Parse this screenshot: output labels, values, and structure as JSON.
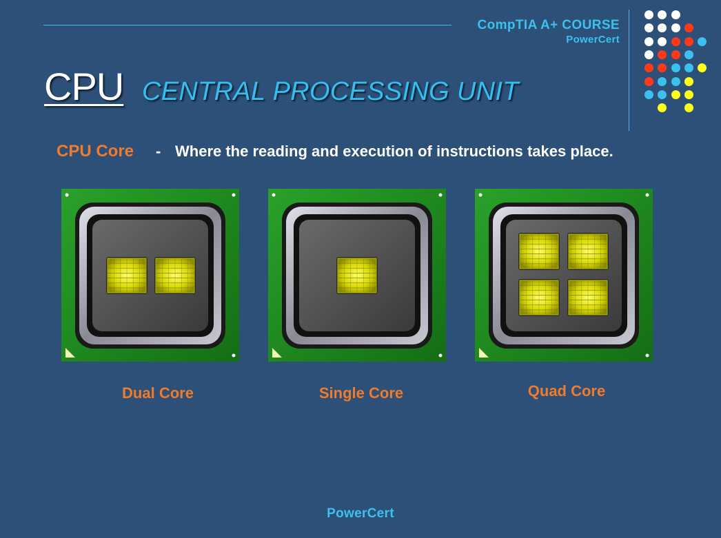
{
  "header": {
    "course": "CompTIA A+ COURSE",
    "brand": "PowerCert",
    "colors": {
      "accent": "#3cc0ee",
      "line": "#4ab8e6",
      "dot_white": "#ffffff",
      "dot_red": "#ff3a1a",
      "dot_blue": "#3cc0ee",
      "dot_yellow": "#ffff1a"
    }
  },
  "title": {
    "abbr": "CPU",
    "full": "CENTRAL PROCESSING UNIT"
  },
  "definition": {
    "term": "CPU Core",
    "separator": "-",
    "text": "Where the reading and execution of instructions takes place."
  },
  "chips": [
    {
      "label": "Dual Core",
      "cores": 2
    },
    {
      "label": "Single Core",
      "cores": 1
    },
    {
      "label": "Quad Core",
      "cores": 4
    }
  ],
  "footer": {
    "brand": "PowerCert"
  },
  "colors": {
    "background": "#2c5078",
    "label": "#f07b2a",
    "board": "#1e8a1e",
    "core": "#e6e600"
  }
}
